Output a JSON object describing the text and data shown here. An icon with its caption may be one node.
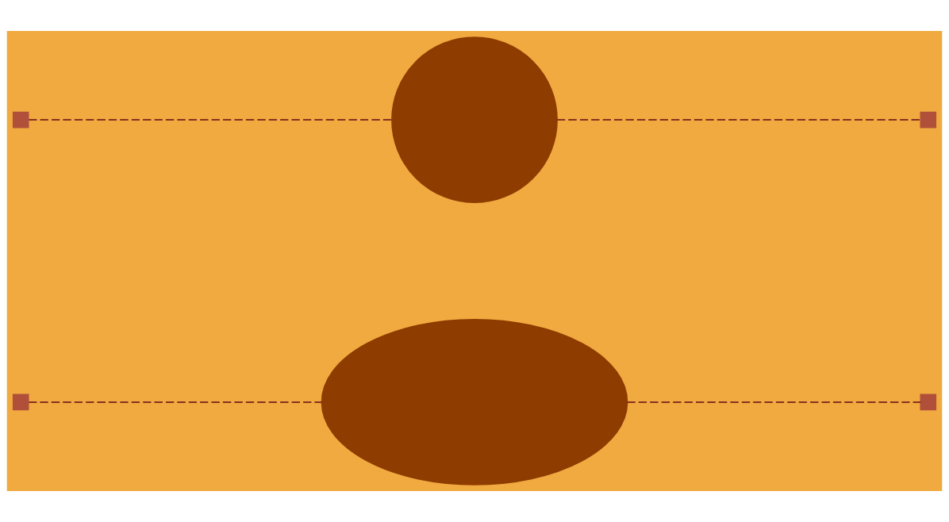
{
  "diagram": {
    "nodes": [
      {
        "text": [],
        "shape": "ellipse"
      },
      {
        "text": [],
        "shape": "circle"
      },
      {
        "text": [],
        "shape": "box"
      },
      {
        "text": [],
        "shape": "box"
      },
      {
        "text": [],
        "shape": "box"
      },
      {
        "text": [],
        "shape": "box"
      }
    ],
    "edges": [
      {
        "from": 2,
        "to": 0,
        "arrow": "none",
        "style": "dashed"
      },
      {
        "from": 0,
        "to": 3,
        "arrow": "none",
        "style": "dashed"
      },
      {
        "from": 4,
        "to": 1,
        "arrow": "none",
        "style": "dashed"
      },
      {
        "from": 1,
        "to": 5,
        "arrow": "none",
        "style": "dashed"
      }
    ]
  }
}
